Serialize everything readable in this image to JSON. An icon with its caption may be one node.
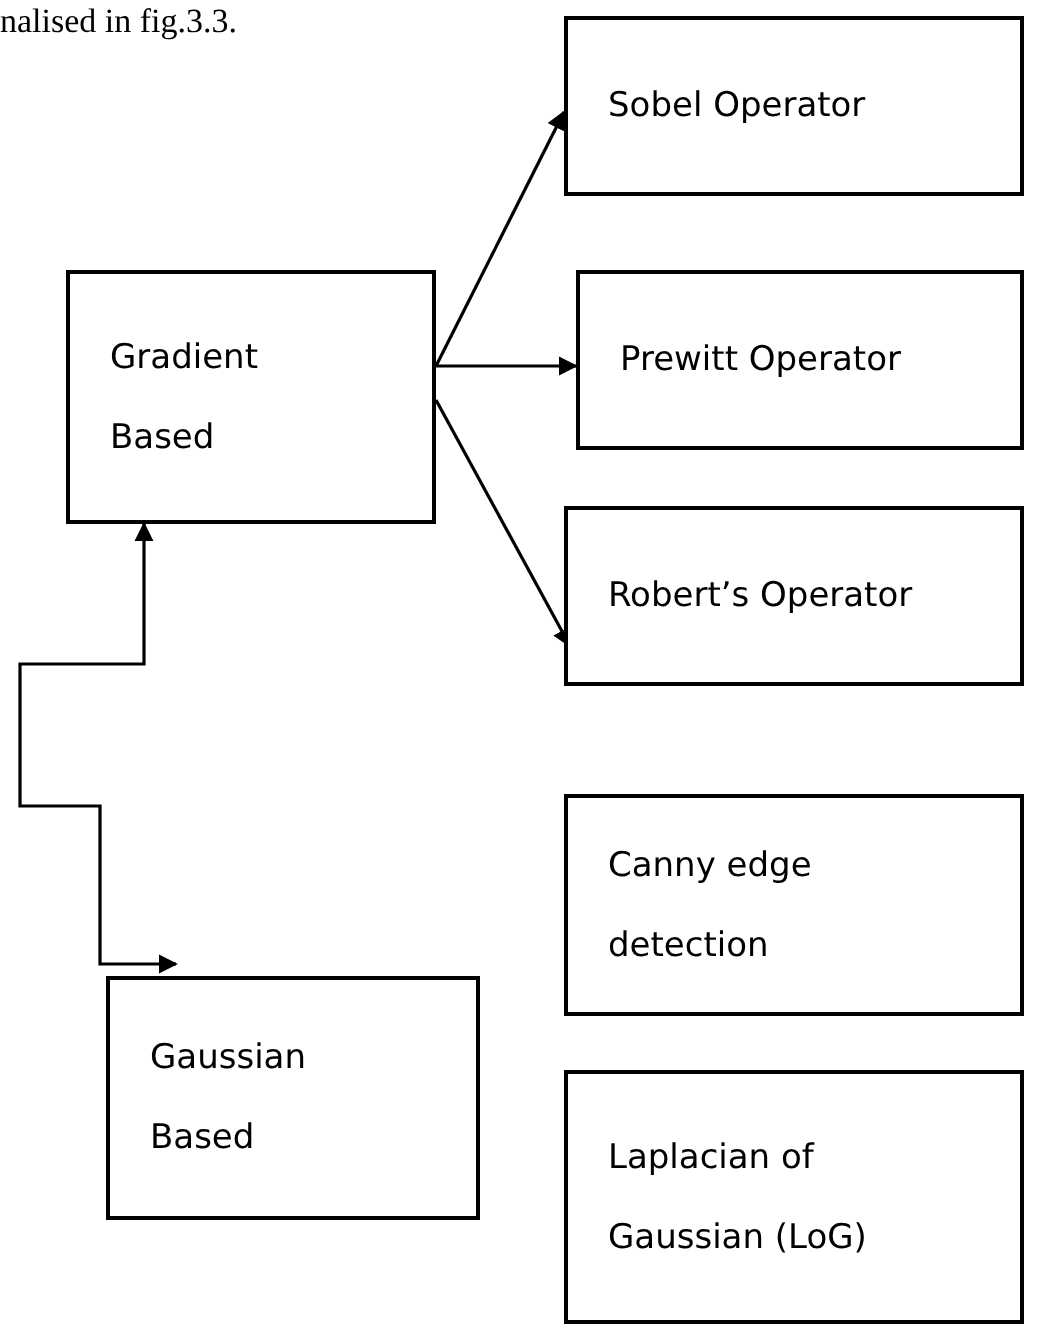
{
  "diagram": {
    "nodes": [
      {
        "text": [
          "Gradient Based"
        ]
      },
      {
        "text": [
          "Sobel Operator"
        ]
      },
      {
        "text": [
          "Prewitt Operator"
        ]
      },
      {
        "text": [
          "Robert’s Operator"
        ]
      },
      {
        "text": [
          "Canny edge detection"
        ]
      },
      {
        "text": [
          "Laplacian of Gaussian (LoG)"
        ]
      },
      {
        "text": [
          "Gaussian Based"
        ]
      }
    ],
    "edges": [
      {
        "from": 0,
        "to": 1,
        "arrow": "to"
      },
      {
        "from": 0,
        "to": 2,
        "arrow": "to"
      },
      {
        "from": 0,
        "to": 3,
        "arrow": "to"
      },
      {
        "from": 6,
        "to": 0,
        "arrow": "both"
      }
    ],
    "labels": [
      "nalised in fig.3.3."
    ]
  }
}
